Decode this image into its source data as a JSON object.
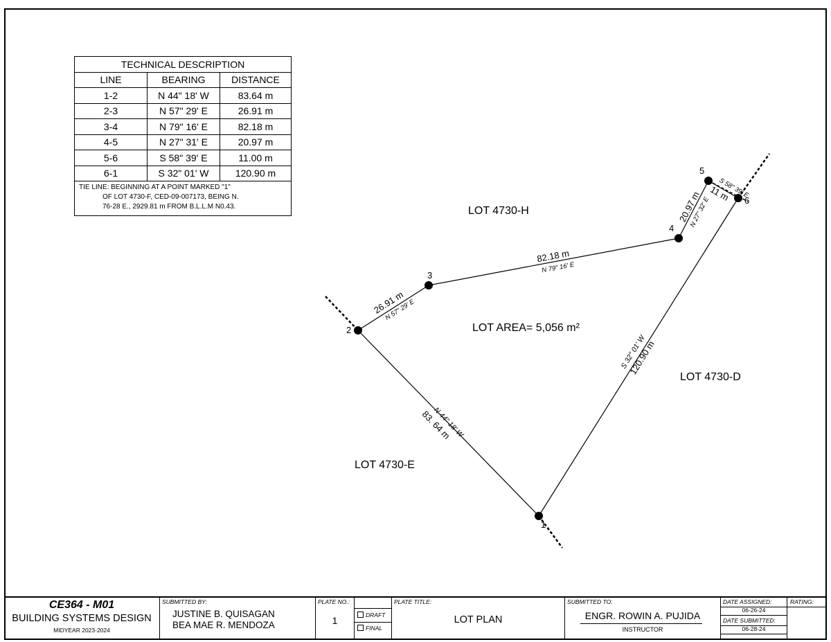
{
  "tech_table": {
    "title": "TECHNICAL DESCRIPTION",
    "headers": [
      "LINE",
      "BEARING",
      "DISTANCE"
    ],
    "rows": [
      [
        "1-2",
        "N 44\" 18' W",
        "83.64 m"
      ],
      [
        "2-3",
        "N 57\" 29' E",
        "26.91 m"
      ],
      [
        "3-4",
        "N 79\" 16' E",
        "82.18 m"
      ],
      [
        "4-5",
        "N 27\" 31' E",
        "20.97 m"
      ],
      [
        "5-6",
        "S 58\" 39' E",
        "11.00 m"
      ],
      [
        "6-1",
        "S 32\" 01' W",
        "120.90 m"
      ]
    ],
    "tie_line": [
      "TIE LINE: BEGINNING AT A POINT MARKED \"1\"",
      "OF LOT 4730-F, CED-09-007173, BEING N.",
      "76-28 E., 2929.81 m FROM B.L.L.M N0.43."
    ]
  },
  "plan": {
    "lot_labels": [
      "LOT 4730-H",
      "LOT 4730-D",
      "LOT 4730-E"
    ],
    "lot_area": "LOT AREA= 5,056 m²",
    "points": [
      "1",
      "2",
      "3",
      "4",
      "5",
      "6"
    ],
    "line_labels": {
      "l12": {
        "distance": "83. 64 m",
        "bearing": "N 44\" 18' W"
      },
      "l23": {
        "distance": "26.91 m",
        "bearing": "N 57\" 29' E"
      },
      "l34": {
        "distance": "82.18 m",
        "bearing": "N 79\" 16' E"
      },
      "l45": {
        "distance": "20.97 m",
        "bearing": "N 27\" 32' E"
      },
      "l56": {
        "distance": "11 m",
        "bearing": "S 58\" 39' E"
      },
      "l61": {
        "distance": "120.90 m",
        "bearing": "S 32\" 01' W"
      }
    }
  },
  "title_block": {
    "course_code": "CE364 - M01",
    "course_name": "BUILDING SYSTEMS DESIGN",
    "term": "MIDYEAR 2023-2024",
    "submitted_by_label": "SUBMITTED BY:",
    "submitted_by": [
      "JUSTINE B. QUISAGAN",
      "BEA MAE R. MENDOZA"
    ],
    "plate_no_label": "PLATE NO.:",
    "plate_no": "1",
    "draft_label": "DRAFT",
    "final_label": "FINAL",
    "plate_title_label": "PLATE TITLE:",
    "plate_title": "LOT PLAN",
    "submitted_to_label": "SUBMITTED TO:",
    "instructor_name": "ENGR. ROWIN A. PUJIDA",
    "instructor_role": "INSTRUCTOR",
    "date_assigned_label": "DATE ASSIGNED:",
    "date_assigned": "06-26-24",
    "date_submitted_label": "DATE SUBMITTED:",
    "date_submitted": "06-28-24",
    "rating_label": "RATING:"
  }
}
